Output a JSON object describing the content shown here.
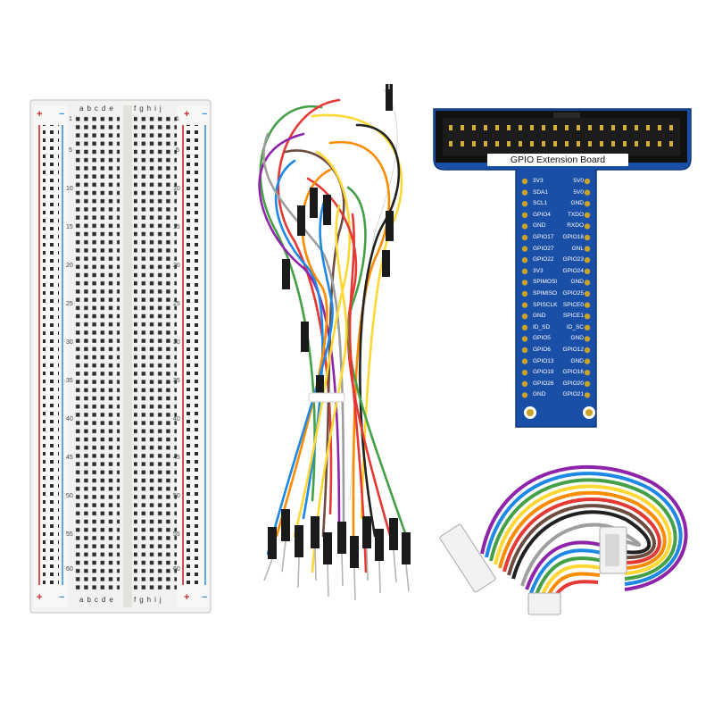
{
  "breadboard": {
    "column_letters_left": "abcde",
    "column_letters_right": "fghij",
    "row_numbers": [
      "1",
      "5",
      "10",
      "15",
      "20",
      "25",
      "30",
      "35",
      "40",
      "45",
      "50",
      "55",
      "60"
    ],
    "rail_plus": "+",
    "rail_minus": "−"
  },
  "gpio_board": {
    "title": "GPIO Extension Board",
    "left_labels": [
      "3V3",
      "SDA1",
      "SCL1",
      "GPIO4",
      "GND",
      "GPIO17",
      "GPIO27",
      "GPIO22",
      "3V3",
      "SPIMOSI",
      "SPIMISO",
      "SPISCLK",
      "GND",
      "ID_SD",
      "GPIO5",
      "GPIO6",
      "GPIO13",
      "GPIO19",
      "GPIO26",
      "GND"
    ],
    "right_labels": [
      "5V0",
      "5V0",
      "GND",
      "TXDO",
      "RXDO",
      "GPIO18",
      "GNL",
      "GPIO23",
      "GPIO24",
      "GND",
      "GPIO25",
      "SPICE0",
      "SPICE1",
      "ID_SC",
      "GND",
      "GPIO12",
      "GND",
      "GPIO16",
      "GPIO20",
      "GPIO21"
    ]
  },
  "colors": {
    "board_blue": "#1a4fa8",
    "breadboard_white": "#f2f2f0",
    "rail_red": "#c8262c",
    "rail_blue": "#3b8fd1",
    "wire_colors": [
      "#e53935",
      "#fb8c00",
      "#fdd835",
      "#43a047",
      "#1e88e5",
      "#8e24aa",
      "#6d4c41",
      "#ffffff",
      "#212121",
      "#9e9e9e"
    ]
  }
}
